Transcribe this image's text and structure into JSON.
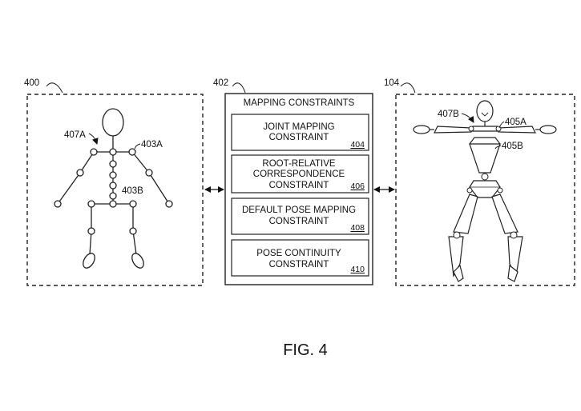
{
  "figure": {
    "caption": "FIG. 4"
  },
  "panels": {
    "source": {
      "ref": "400",
      "labels": {
        "head": "407A",
        "joint": "403A",
        "bone": "403B"
      }
    },
    "constraints": {
      "ref": "402",
      "title": "MAPPING CONSTRAINTS",
      "items": [
        {
          "line1": "JOINT MAPPING",
          "line2": "CONSTRAINT",
          "line3": "",
          "ref": "404"
        },
        {
          "line1": "ROOT-RELATIVE",
          "line2": "CORRESPONDENCE",
          "line3": "CONSTRAINT",
          "ref": "406"
        },
        {
          "line1": "DEFAULT POSE MAPPING",
          "line2": "CONSTRAINT",
          "line3": "",
          "ref": "408"
        },
        {
          "line1": "POSE CONTINUITY",
          "line2": "CONSTRAINT",
          "line3": "",
          "ref": "410"
        }
      ]
    },
    "target": {
      "ref": "104",
      "labels": {
        "head": "407B",
        "joint": "405A",
        "bone": "405B"
      }
    }
  }
}
